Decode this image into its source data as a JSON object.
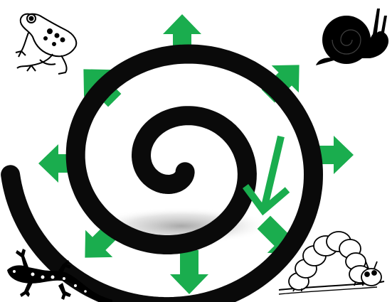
{
  "colors": {
    "arrow_green": "#1aad4e",
    "spiral_black": "#0a0a0a",
    "shadow_gray": "#b8b8b8",
    "background": "#ffffff"
  },
  "center": {
    "icon": "spiral-icon",
    "pointer_icon": "down-arrow-icon"
  },
  "arrows": [
    {
      "name": "arrow-up",
      "direction": "up"
    },
    {
      "name": "arrow-up-right",
      "direction": "up-right"
    },
    {
      "name": "arrow-right",
      "direction": "right"
    },
    {
      "name": "arrow-down-right",
      "direction": "down-right"
    },
    {
      "name": "arrow-down",
      "direction": "down"
    },
    {
      "name": "arrow-down-left",
      "direction": "down-left"
    },
    {
      "name": "arrow-left",
      "direction": "left"
    },
    {
      "name": "arrow-up-left",
      "direction": "up-left"
    }
  ],
  "animals": [
    {
      "name": "frog-icon",
      "corner": "top-left"
    },
    {
      "name": "snail-icon",
      "corner": "top-right"
    },
    {
      "name": "gecko-icon",
      "corner": "bottom-left"
    },
    {
      "name": "caterpillar-icon",
      "corner": "bottom-right"
    }
  ]
}
